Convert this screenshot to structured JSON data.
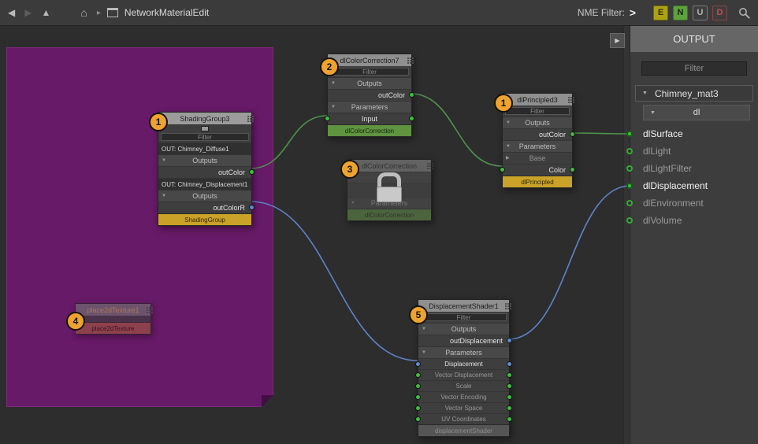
{
  "icons": {
    "back": "◀",
    "forward": "▶",
    "up": "▲",
    "home": "⌂",
    "crumb_sep": "▸",
    "nme_expand": ">",
    "tri_down": "▼",
    "tri_right": "▶",
    "panel_collapse": "▶"
  },
  "toolbar": {
    "title": "NetworkMaterialEdit",
    "nme_filter_label": "NME Filter:",
    "filter_buttons": [
      {
        "label": "E",
        "color": "#ada216"
      },
      {
        "label": "N",
        "color": "#5da23c"
      },
      {
        "label": "U",
        "color": "#3e3e3e"
      },
      {
        "label": "D",
        "color": "#3e3e3e"
      }
    ]
  },
  "panel": {
    "title": "OUTPUT",
    "filter_placeholder": "Filter",
    "group_label": "Chimney_mat3",
    "subgroup_label": "dl",
    "items": [
      {
        "label": "dlSurface",
        "connected": true
      },
      {
        "label": "dlLight",
        "connected": false
      },
      {
        "label": "dlLightFilter",
        "connected": false
      },
      {
        "label": "dlDisplacement",
        "connected": true
      },
      {
        "label": "dlEnvironment",
        "connected": false
      },
      {
        "label": "dlVolume",
        "connected": false
      }
    ]
  },
  "badges": [
    "1",
    "2",
    "3",
    "4",
    "1",
    "5"
  ],
  "nodes": {
    "shadingGroup3": {
      "title": "ShadingGroup3",
      "filter": "Filter",
      "out_diffuse": "OUT: Chimney_Diffuse1",
      "outputs1": "Outputs",
      "outColor": "outColor",
      "out_displacement": "OUT: Chimney_Displacement1",
      "outputs2": "Outputs",
      "outColorR": "outColorR",
      "footer": "ShadingGroup"
    },
    "colorCorrection7": {
      "title": "dlColorCorrection7",
      "filter": "Filter",
      "outputs": "Outputs",
      "outColor": "outColor",
      "parameters": "Parameters",
      "input": "Input",
      "footer": "dlColorCorrection"
    },
    "colorCorrectionLocked": {
      "title": "dlColorCorrection",
      "parameters": "Parameters",
      "footer": "dlColorCorrection"
    },
    "place2dTexture1": {
      "title": "place2dTexture1",
      "footer": "place2dTexture"
    },
    "displacementShader1": {
      "title": "DisplacementShader1",
      "filter": "Filter",
      "outputs": "Outputs",
      "outDisplacement": "outDisplacement",
      "parameters": "Parameters",
      "rows": [
        "Displacement",
        "Vector Displacement",
        "Scale",
        "Vector Encoding",
        "Vector Space",
        "UV Coordinates"
      ],
      "footer": "displacementShader"
    },
    "principled3": {
      "title": "dlPrincipled3",
      "filter": "Filter",
      "outputs": "Outputs",
      "outColor": "outColor",
      "parameters": "Parameters",
      "base": "Base",
      "color": "Color",
      "footer": "dlPrincipled"
    }
  },
  "connections": [
    {
      "from": "ShadingGroup3.outColor",
      "to": "dlColorCorrection7.Input",
      "color": "#4d934d"
    },
    {
      "from": "dlColorCorrection7.outColor",
      "to": "dlPrincipled3.Color",
      "color": "#4d934d"
    },
    {
      "from": "dlPrincipled3.outColor",
      "to": "dlSurface",
      "color": "#4d934d"
    },
    {
      "from": "ShadingGroup3.outColorR",
      "to": "DisplacementShader1.Displacement",
      "color": "#5d84c8"
    },
    {
      "from": "DisplacementShader1.outDisplacement",
      "to": "dlDisplacement",
      "color": "#5d84c8"
    }
  ],
  "colors": {
    "wire_green": "#4d934d",
    "wire_blue": "#5d84c8",
    "port_green": "#3ebe3e",
    "port_blue": "#628bd0",
    "footer_yellow": "#c9a227",
    "footer_green": "#5f9340",
    "footer_red": "#9c5242",
    "backdrop_purple": "#671a67",
    "badge_orange": "#eea32f"
  }
}
